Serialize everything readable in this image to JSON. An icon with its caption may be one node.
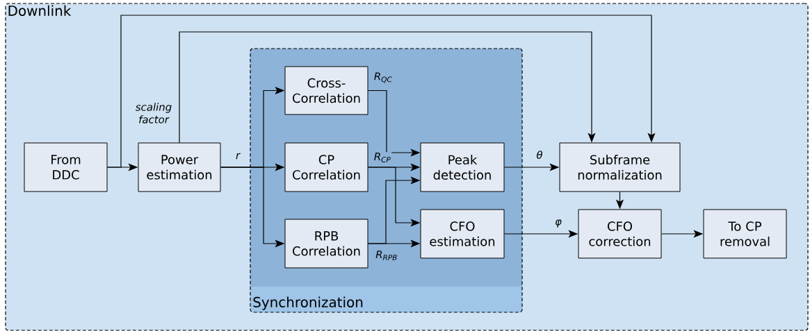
{
  "diagram": {
    "nodes": [
      {
        "text": [
          "Downlink"
        ]
      },
      {
        "text": [
          "Synchronization"
        ],
        "in": 0
      },
      {
        "text": [
          "From DDC"
        ],
        "in": 0
      },
      {
        "text": [
          "Power estimation"
        ],
        "in": 0
      },
      {
        "text": [
          "Cross-Correlation"
        ],
        "in": 1
      },
      {
        "text": [
          "CP Correlation"
        ],
        "in": 1
      },
      {
        "text": [
          "RPB Correlation"
        ],
        "in": 1
      },
      {
        "text": [
          "Peak detection"
        ],
        "in": 1
      },
      {
        "text": [
          "CFO estimation"
        ],
        "in": 1
      },
      {
        "text": [
          "Subframe normalization"
        ],
        "in": 0
      },
      {
        "text": [
          "CFO correction"
        ],
        "in": 0
      },
      {
        "text": [
          "To CP removal"
        ],
        "in": 0
      }
    ],
    "edges": [
      {
        "from": 2,
        "to": 3,
        "arrow": "to"
      },
      {
        "from": 2,
        "to": 9,
        "arrow": "to"
      },
      {
        "from": 3,
        "to": 9,
        "arrow": "to",
        "label": "scaling factor"
      },
      {
        "from": 3,
        "to": 4,
        "arrow": "to"
      },
      {
        "from": 3,
        "to": 5,
        "arrow": "to",
        "label": "r"
      },
      {
        "from": 3,
        "to": 6,
        "arrow": "to"
      },
      {
        "from": 4,
        "to": 7,
        "arrow": "to",
        "label": "R$_{QC}$"
      },
      {
        "from": 5,
        "to": 7,
        "arrow": "to",
        "label": "R$_{CP}$"
      },
      {
        "from": 5,
        "to": 8,
        "arrow": "to"
      },
      {
        "from": 6,
        "to": 7,
        "arrow": "to"
      },
      {
        "from": 6,
        "to": 8,
        "arrow": "to",
        "label": "R$_{RPB}$"
      },
      {
        "from": 7,
        "to": 9,
        "arrow": "to",
        "label": "θ"
      },
      {
        "from": 8,
        "to": 10,
        "arrow": "to",
        "label": "φ"
      },
      {
        "from": 9,
        "to": 10,
        "arrow": "to"
      },
      {
        "from": 10,
        "to": 11,
        "arrow": "to"
      }
    ]
  }
}
